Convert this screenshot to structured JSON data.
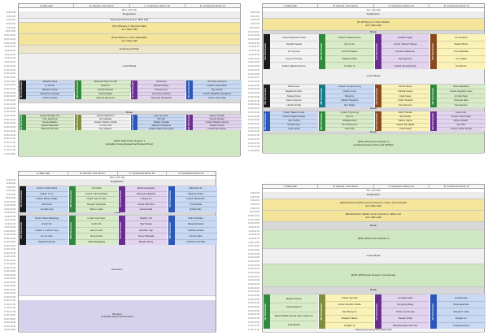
{
  "rooms": [
    "A: Main Hall",
    "B: Internat. Conf. Room",
    "C: Conference Room 10",
    "D: Conference Room 11"
  ],
  "colors": {
    "black": "#1a1a1a",
    "green": "#2f8a3b",
    "purple": "#6b2d91",
    "blue": "#2a57b8",
    "olive": "#7f8f3d",
    "teal": "#177a85",
    "brown": "#8a4a1c",
    "yellow_talk": "#fbf2b8",
    "green_talk": "#d8ecc9",
    "blue_talk": "#c9d9f3",
    "purple_talk": "#e2d3ee",
    "grey_talk": "#f2f2f2"
  },
  "panels": [
    {
      "date": "Mon. (Oct.21)",
      "times": [
        "8:30-8:45",
        "8:45-9:00",
        "9:00-9:15",
        "9:15-9:30",
        "9:30-9:45",
        "9:45-10:00",
        "10:00-10:15",
        "10:15-10:30",
        "10:30-10:45",
        "10:45-11:00",
        "11:00-11:15",
        "11:15-11:30",
        "11:30-11:45",
        "11:45-12:00",
        "12:00-12:15",
        "12:15-12:30",
        "12:30-12:45",
        "12:45-13:00",
        "13:00-13:15",
        "13:15-13:30",
        "13:30-13:45",
        "13:45-14:00",
        "14:00-14:15",
        "14:15-14:30",
        "14:30-14:45",
        "14:45-15:00",
        "15:00-15:15",
        "15:15-15:30",
        "15:30-15:45",
        "15:45-16:00",
        "16:00-16:15",
        "16:15-16:30",
        "16:30-16:45",
        "16:45-17:00",
        "17:00-17:15",
        "17:15-17:30",
        "17:30-17:45",
        "17:45-18:00"
      ],
      "blocks": [
        {
          "label": "Registration",
          "kind": "reg"
        },
        {
          "label": "Opening Ceremony   at A: Main Hall",
          "kind": "ceremony"
        },
        {
          "label": "[PL1] Plenary 1: Hiroyuki Fujita",
          "sub": "at A: Main Hall",
          "kind": "plenary"
        },
        {
          "label": "[PL2] Plenary 2: Jose Natividade",
          "sub": "at A: Main Hall",
          "kind": "plenary"
        },
        {
          "label": "Conference Photo",
          "kind": "conference"
        },
        {
          "label": "Lunch Break",
          "kind": "lunch"
        },
        {
          "label": "Break",
          "kind": "brk"
        },
        {
          "label": "Break",
          "kind": "brk"
        },
        {
          "label": "[1P01-1P8] Poster Session 1",
          "sub": "(including Young Researcher/Student Prize)",
          "kind": "poster"
        }
      ],
      "sessions": [
        {
          "tag": "1A1 Oral Session",
          "tagc": "black",
          "talkc": "blue_talk",
          "talks": [
            "Masahiro Hara",
            "Ju Chonin",
            "Takashiro Fujino",
            "Masahide Kuniwaki",
            "Yoshio Inamaki"
          ]
        },
        {
          "tag": "1B1 Oral Session",
          "tagc": "green",
          "talkc": "green_talk",
          "talks": [
            "Hidemichi Taku Kim Wa",
            "Naoki Hi.",
            "Hiroshi Saneshi",
            "Kenichi Sakai",
            "Shinichi Marumura"
          ]
        },
        {
          "tag": "1C1 Oral Session",
          "tagc": "purple",
          "talkc": "purple_talk",
          "talks": [
            "Shoki Arai",
            "Michael Tilsbey",
            "Noriyuki Iyoe",
            "Kazumasa Ichioka",
            "Tatsuyuki Yamaguchi"
          ]
        },
        {
          "tag": "1D1 Oral Session",
          "tagc": "blue",
          "talkc": "blue_talk",
          "talks": [
            "Jun-Ichiro Ishiyama",
            "Invited: Yukiyo Endo",
            "Ryu Sasaki",
            "Invited: Masahiko Kawaguchi",
            "Invited: Yasu Naito"
          ]
        },
        {
          "tag": "1A2 Oral Session",
          "tagc": "green",
          "talkc": "green_talk",
          "talks": [
            "Invited: Bongkat Yon",
            "Yuno Hashuma",
            "Tomoki Wakitsu",
            "Kazuki Watanabe",
            "Masaoko Ikemoto"
          ]
        },
        {
          "tag": "1B2 Oral Session",
          "tagc": "olive",
          "talkc": "grey_talk",
          "talks": [
            "Hiroshi Sakamoto",
            "Kei Ishikawa",
            "Invited: Satoshi Uchida",
            "Yu-Chun Wu",
            "Tsun Wakami"
          ]
        },
        {
          "tag": "1C2 Oral Session",
          "tagc": "blue",
          "talkc": "blue_talk",
          "talks": [
            "Nan-Lan Huan",
            "Shi Yuki",
            "Takako Yamada",
            "Masatomi Kitayama",
            "Invited: Takumi Sumiyoshi"
          ]
        },
        {
          "tag": "1D2 Oral Session",
          "tagc": "purple",
          "talkc": "purple_talk",
          "talks": [
            "Hajime Yoshida",
            "Hiroshi Kaneko",
            "Invited: Takahiro Suzuki",
            "Masaki Suzuki",
            "Invited: Ryo Kanno"
          ]
        }
      ]
    },
    {
      "date": "Tue. (Oct.22)",
      "times": [
        "8:45-9:00",
        "9:00-9:15",
        "9:15-9:30",
        "9:30-9:45",
        "9:45-10:00",
        "10:00-10:15",
        "10:15-10:30",
        "10:30-10:45",
        "10:45-11:00",
        "11:00-11:15",
        "11:15-11:30",
        "11:30-11:45",
        "11:45-12:00",
        "12:00-12:15",
        "12:15-12:30",
        "12:30-12:45",
        "12:45-13:00",
        "13:00-13:15",
        "13:15-13:30",
        "13:30-13:45",
        "13:45-14:00",
        "14:00-14:15",
        "14:15-14:30",
        "14:30-14:45",
        "14:45-15:00",
        "15:00-15:15",
        "15:15-15:30",
        "15:30-15:45",
        "15:45-16:00",
        "16:00-16:15",
        "16:15-16:30",
        "16:30-16:45",
        "16:45-17:00",
        "17:00-17:15",
        "17:15-17:30",
        "17:30-17:45",
        "17:45-18:00"
      ],
      "blocks": [
        {
          "label": "Registration",
          "kind": "reg"
        },
        {
          "label": "[PL3] Plenary 3: Peter Widdel",
          "sub": "at A: Main Hall",
          "kind": "plenary"
        },
        {
          "label": "Break",
          "kind": "brk"
        },
        {
          "label": "Lunch Break",
          "kind": "lunch"
        },
        {
          "label": "Break",
          "kind": "brk"
        },
        {
          "label": "Break",
          "kind": "brk"
        },
        {
          "label": "[2P01-2P2] Poster Session 2",
          "sub": "(including Student Prize and JSSSD)",
          "kind": "poster"
        }
      ],
      "sessions": [
        {
          "tag": "2A1 Oral Session",
          "tagc": "black",
          "talkc": "grey_talk",
          "talks": [
            "Invited: Masanobu Urata",
            "Yasuhiko Sasaki",
            "Lai Ying Lee",
            "Jung Yu Thomas",
            "Invited: Takeshi Uemura"
          ]
        },
        {
          "tag": "2B1 Oral Session",
          "tagc": "green",
          "talkc": "green_talk",
          "talks": [
            "Invited: Kodama Azusa",
            "Ryo Iro Ito",
            "Jun-Ichi Ishiguro",
            "Daisuke Ishida",
            "Yu-Chan Yu"
          ]
        },
        {
          "tag": "2C1 Oral Session",
          "tagc": "purple",
          "talkc": "purple_talk",
          "talks": [
            "Sachiko Ogata",
            "Invited: Tatsushi Takaya",
            "Kazunari Nakamoto",
            "Eiji Sugimoto",
            "Invited: Terumichi Fujii"
          ]
        },
        {
          "tag": "2D1 Oral Session",
          "tagc": "brown",
          "talkc": "yellow_talk",
          "talks": [
            "Jun Tsubame",
            "Takashi Murai",
            "Yumi Hatanaka",
            "Yumi Sawa",
            "Tomoko Ito"
          ]
        },
        {
          "tag": "2A2 Oral Session",
          "tagc": "black",
          "talkc": "grey_talk",
          "talks": [
            "Miwa Kouei",
            "Masaki Fumihiko",
            "Takaya Todou",
            "Kazuo Imamura",
            "Hiroshi Uchida"
          ]
        },
        {
          "tag": "2B2 Oral Session",
          "tagc": "teal",
          "talkc": "blue_talk",
          "talks": [
            "Invited: Lim-Hyo-Young",
            "Invited: Ju-Ho",
            "Mizuki Ito",
            "Takashi Taniguchi",
            "Ryo Takaki"
          ]
        },
        {
          "tag": "2C2 Oral Session",
          "tagc": "brown",
          "talkc": "yellow_talk",
          "talks": [
            "Junichi Moiwa",
            "Yoshida Tetsuro",
            "Daito Kawa",
            "Yoshio Tsukada",
            "Kenji Nomura"
          ]
        },
        {
          "tag": "2D2 Oral Session",
          "tagc": "green",
          "talkc": "green_talk",
          "talks": [
            "Shoto Sakashita",
            "Invited: Haruhiko Inoue",
            "Jin Wan Taek",
            "Kazuyuki Hata",
            "Kan Iwamoto"
          ]
        },
        {
          "tag": "2A3 Oral Session",
          "tagc": "blue",
          "talkc": "blue_talk",
          "talks": [
            "Invited: Takami Yuriko",
            "Invited: Shigeo Tanaka",
            "Yuki Yoshimi",
            "Kayuki Inoue",
            "Yuuko Ishita"
          ]
        },
        {
          "tag": "2B3 Oral Session",
          "tagc": "green",
          "talkc": "green_talk",
          "talks": [
            "Invited: Tony Hong",
            "Sun Jin",
            "Ichikawa Kenji",
            "Kim Chang Gun",
            "Ichiro Ota"
          ]
        },
        {
          "tag": "2C3 Oral Session",
          "tagc": "brown",
          "talkc": "yellow_talk",
          "talks": [
            "Hiroki Yasuda",
            "Ryo Kanda",
            "Takumi Yajima",
            "Invited: Ryo Wada",
            "Yuichi Ikeda"
          ]
        },
        {
          "tag": "2D3 Oral Session",
          "tagc": "purple",
          "talkc": "purple_talk",
          "talks": [
            "Haruo Arai",
            "Invited: Yasuo Iwaki",
            "Minoru Ohashi",
            "Jun Ishii",
            "Invited: Yoshio Suzuki"
          ]
        }
      ]
    },
    {
      "date": "Wed. (Oct.23)",
      "times": [
        "8:30-8:45",
        "8:45-9:00",
        "9:00-9:15",
        "9:15-9:30",
        "9:30-9:45",
        "9:45-10:00",
        "10:00-10:15",
        "10:15-10:30",
        "10:30-10:45",
        "10:45-11:00",
        "11:00-11:15",
        "11:15-11:30",
        "11:30-11:45",
        "11:45-12:00",
        "12:00-12:15",
        "12:15-12:30",
        "12:30-12:45",
        "12:45-13:00",
        "13:00-13:15",
        "13:15-13:30",
        "13:30-13:45",
        "13:45-14:00",
        "14:00-14:15",
        "14:15-14:30",
        "14:30-14:45",
        "14:45-15:00",
        "15:00-15:15",
        "15:15-15:30",
        "15:30-15:45",
        "15:45-16:00",
        "16:00-16:15",
        "16:15-16:30",
        "16:30-16:45",
        "16:45-17:00",
        "17:00-17:15",
        "17:15-17:30",
        "17:30-17:45",
        "17:45-18:00",
        "18:00-18:15",
        "18:15-18:30",
        "18:30-18:45",
        "18:45-19:00"
      ],
      "blocks": [
        {
          "label": "Registration",
          "kind": "reg"
        },
        {
          "label": "Break",
          "kind": "brk"
        },
        {
          "label": "Excursion",
          "kind": "excursion"
        },
        {
          "label": "Banquet",
          "sub": "at RIHGA Royal Hotel Kokura",
          "kind": "banquet"
        }
      ],
      "sessions": [
        {
          "tag": "3A1 Oral Session",
          "tagc": "black",
          "talkc": "blue_talk",
          "talks": [
            "Invited: Lindia Chang",
            "Invited: Yu-Ju",
            "Invited: Robert Hodge",
            "Kohei Kato",
            "Jun-Mao Hop"
          ]
        },
        {
          "tag": "3B1 Oral Session",
          "tagc": "green",
          "talkc": "green_talk",
          "talks": [
            "Jun Ishida",
            "Invited: Yuki Kurosawa",
            "Invited: Sam Yu Tam",
            "Hiroyuki Yamamoto",
            "Maki H. Iwata"
          ]
        },
        {
          "tag": "3C1 Oral Session",
          "tagc": "purple",
          "talkc": "purple_talk",
          "talks": [
            "Naoko Hasegawa",
            "Kazuyuki Hagiwara",
            "Li Wang Lin",
            "Invited: Shin Chiu",
            "Kentaro Aiba"
          ]
        },
        {
          "tag": "3D1 Oral Session",
          "tagc": "blue",
          "talkc": "blue_talk",
          "talks": [
            "Masanobu Ito",
            "Nakamura Akira",
            "Invited: Masamichi",
            "Yuki Shibata",
            "Ryohei Shin"
          ]
        },
        {
          "tag": "3A2 Oral Session",
          "tagc": "black",
          "talkc": "blue_talk",
          "talks": [
            "Invited: Takeo Watanuga",
            "Hiroshi So",
            "Invited: J. Ludovic Yang",
            "Lin-Yu Chen",
            "Takashi Tsujimoto"
          ]
        },
        {
          "tag": "3B2 Oral Session",
          "tagc": "green",
          "talkc": "green_talk",
          "talks": [
            "Invited: Lisa Foyer",
            "Ye Zhu Tei",
            "Hae Jin Huh",
            "Ikuya Kuriba",
            "Chikai Nakagawa"
          ]
        },
        {
          "tag": "3C2 Oral Session",
          "tagc": "purple",
          "talkc": "purple_talk",
          "talks": [
            "Takahiro Yuri",
            "Seiji Tanaka",
            "Haruhiko Yagi",
            "Yasuo Shibasaki",
            "Masato Zhang"
          ]
        },
        {
          "tag": "3D2 Oral Session",
          "tagc": "blue",
          "talkc": "blue_talk",
          "talks": [
            "Daiki Kusahara",
            "Masatoshi Iwata",
            "Yoshihiro Ohashi",
            "Hiroshi Fujita",
            "Yoshihisa Tsuchida"
          ]
        }
      ]
    },
    {
      "date": "Thu. (Oct.24)",
      "times": [
        "8:30-8:45",
        "8:45-9:00",
        "9:00-9:15",
        "9:15-9:30",
        "9:30-9:45",
        "9:45-10:00",
        "10:00-10:15",
        "10:15-10:30",
        "10:30-10:45",
        "10:45-11:00",
        "11:00-11:15",
        "11:15-11:30",
        "11:30-11:45",
        "11:45-12:00",
        "12:00-12:15",
        "12:15-12:30",
        "12:30-12:45",
        "12:45-13:00",
        "13:00-13:15",
        "13:15-13:30",
        "13:30-13:45",
        "13:45-14:00",
        "14:00-14:15",
        "14:15-14:30",
        "14:30-14:45",
        "14:45-15:00",
        "15:00-15:15",
        "15:15-15:30",
        "15:30-15:45",
        "15:45-16:00",
        "16:00-16:15",
        "16:15-16:30",
        "16:30-16:45",
        "16:45-17:00",
        "17:00-17:15",
        "17:15-17:30",
        "17:30-17:45"
      ],
      "blocks": [
        {
          "label": "Registration",
          "kind": "reg"
        },
        {
          "label": "[MA01] Rohrer Medal Lecture (Grand) 1: Franz Josef Giessibl",
          "sub": "at A: Main Hall",
          "kind": "plenary"
        },
        {
          "label": "[MA02] Rohrer Medal Lecture (Grand) 2: Wilson Ho",
          "sub": "at A: Main Hall",
          "kind": "plenary"
        },
        {
          "label": "Break",
          "kind": "brk"
        },
        {
          "label": "[4P01-4P6] Poster Session 3",
          "kind": "poster"
        },
        {
          "label": "Lunch Break",
          "kind": "lunch"
        },
        {
          "label": "[4P01-4P6] Poster Session 3 (continued)",
          "kind": "poster"
        },
        {
          "label": "Break",
          "kind": "brk"
        },
        {
          "label": "Closing Ceremony   at A: Main Hall",
          "kind": "ceremony"
        }
      ],
      "sessions": [
        {
          "tag": "4A1 Oral Session",
          "tagc": "green",
          "talkc": "green_talk",
          "talks": [
            "Makoto Sakurai",
            "Keiko Minamori",
            "Rohrer Medal (Young): Akira Yoshimura",
            "Keiji Tanaka"
          ]
        },
        {
          "tag": "4B1 Oral Session",
          "tagc": "olive",
          "talkc": "yellow_talk",
          "talks": [
            "Invited: Aya Ishii",
            "Invited: Kanehiro Tairiku",
            "Nan-Sheng Lin",
            "Masahiro Nikoto",
            "Fengtan Ye"
          ]
        },
        {
          "tag": "4C1 Oral Session",
          "tagc": "purple",
          "talkc": "purple_talk",
          "talks": [
            "Fumihiko Ikeda",
            "Pengsong Wang",
            "Invited: Su Xin Hao",
            "Taisuke Ochiai",
            "Bokashi Hirano Chul Yeo"
          ]
        },
        {
          "tag": "4D1 Oral Session",
          "tagc": "blue",
          "talkc": "blue_talk",
          "talks": [
            "Jiri Nehorsky",
            "Kouji Hayashida",
            "Hiroyuki S. Hata",
            "Pengfei Liu",
            "Toshiyuki Ayame"
          ]
        }
      ]
    }
  ]
}
